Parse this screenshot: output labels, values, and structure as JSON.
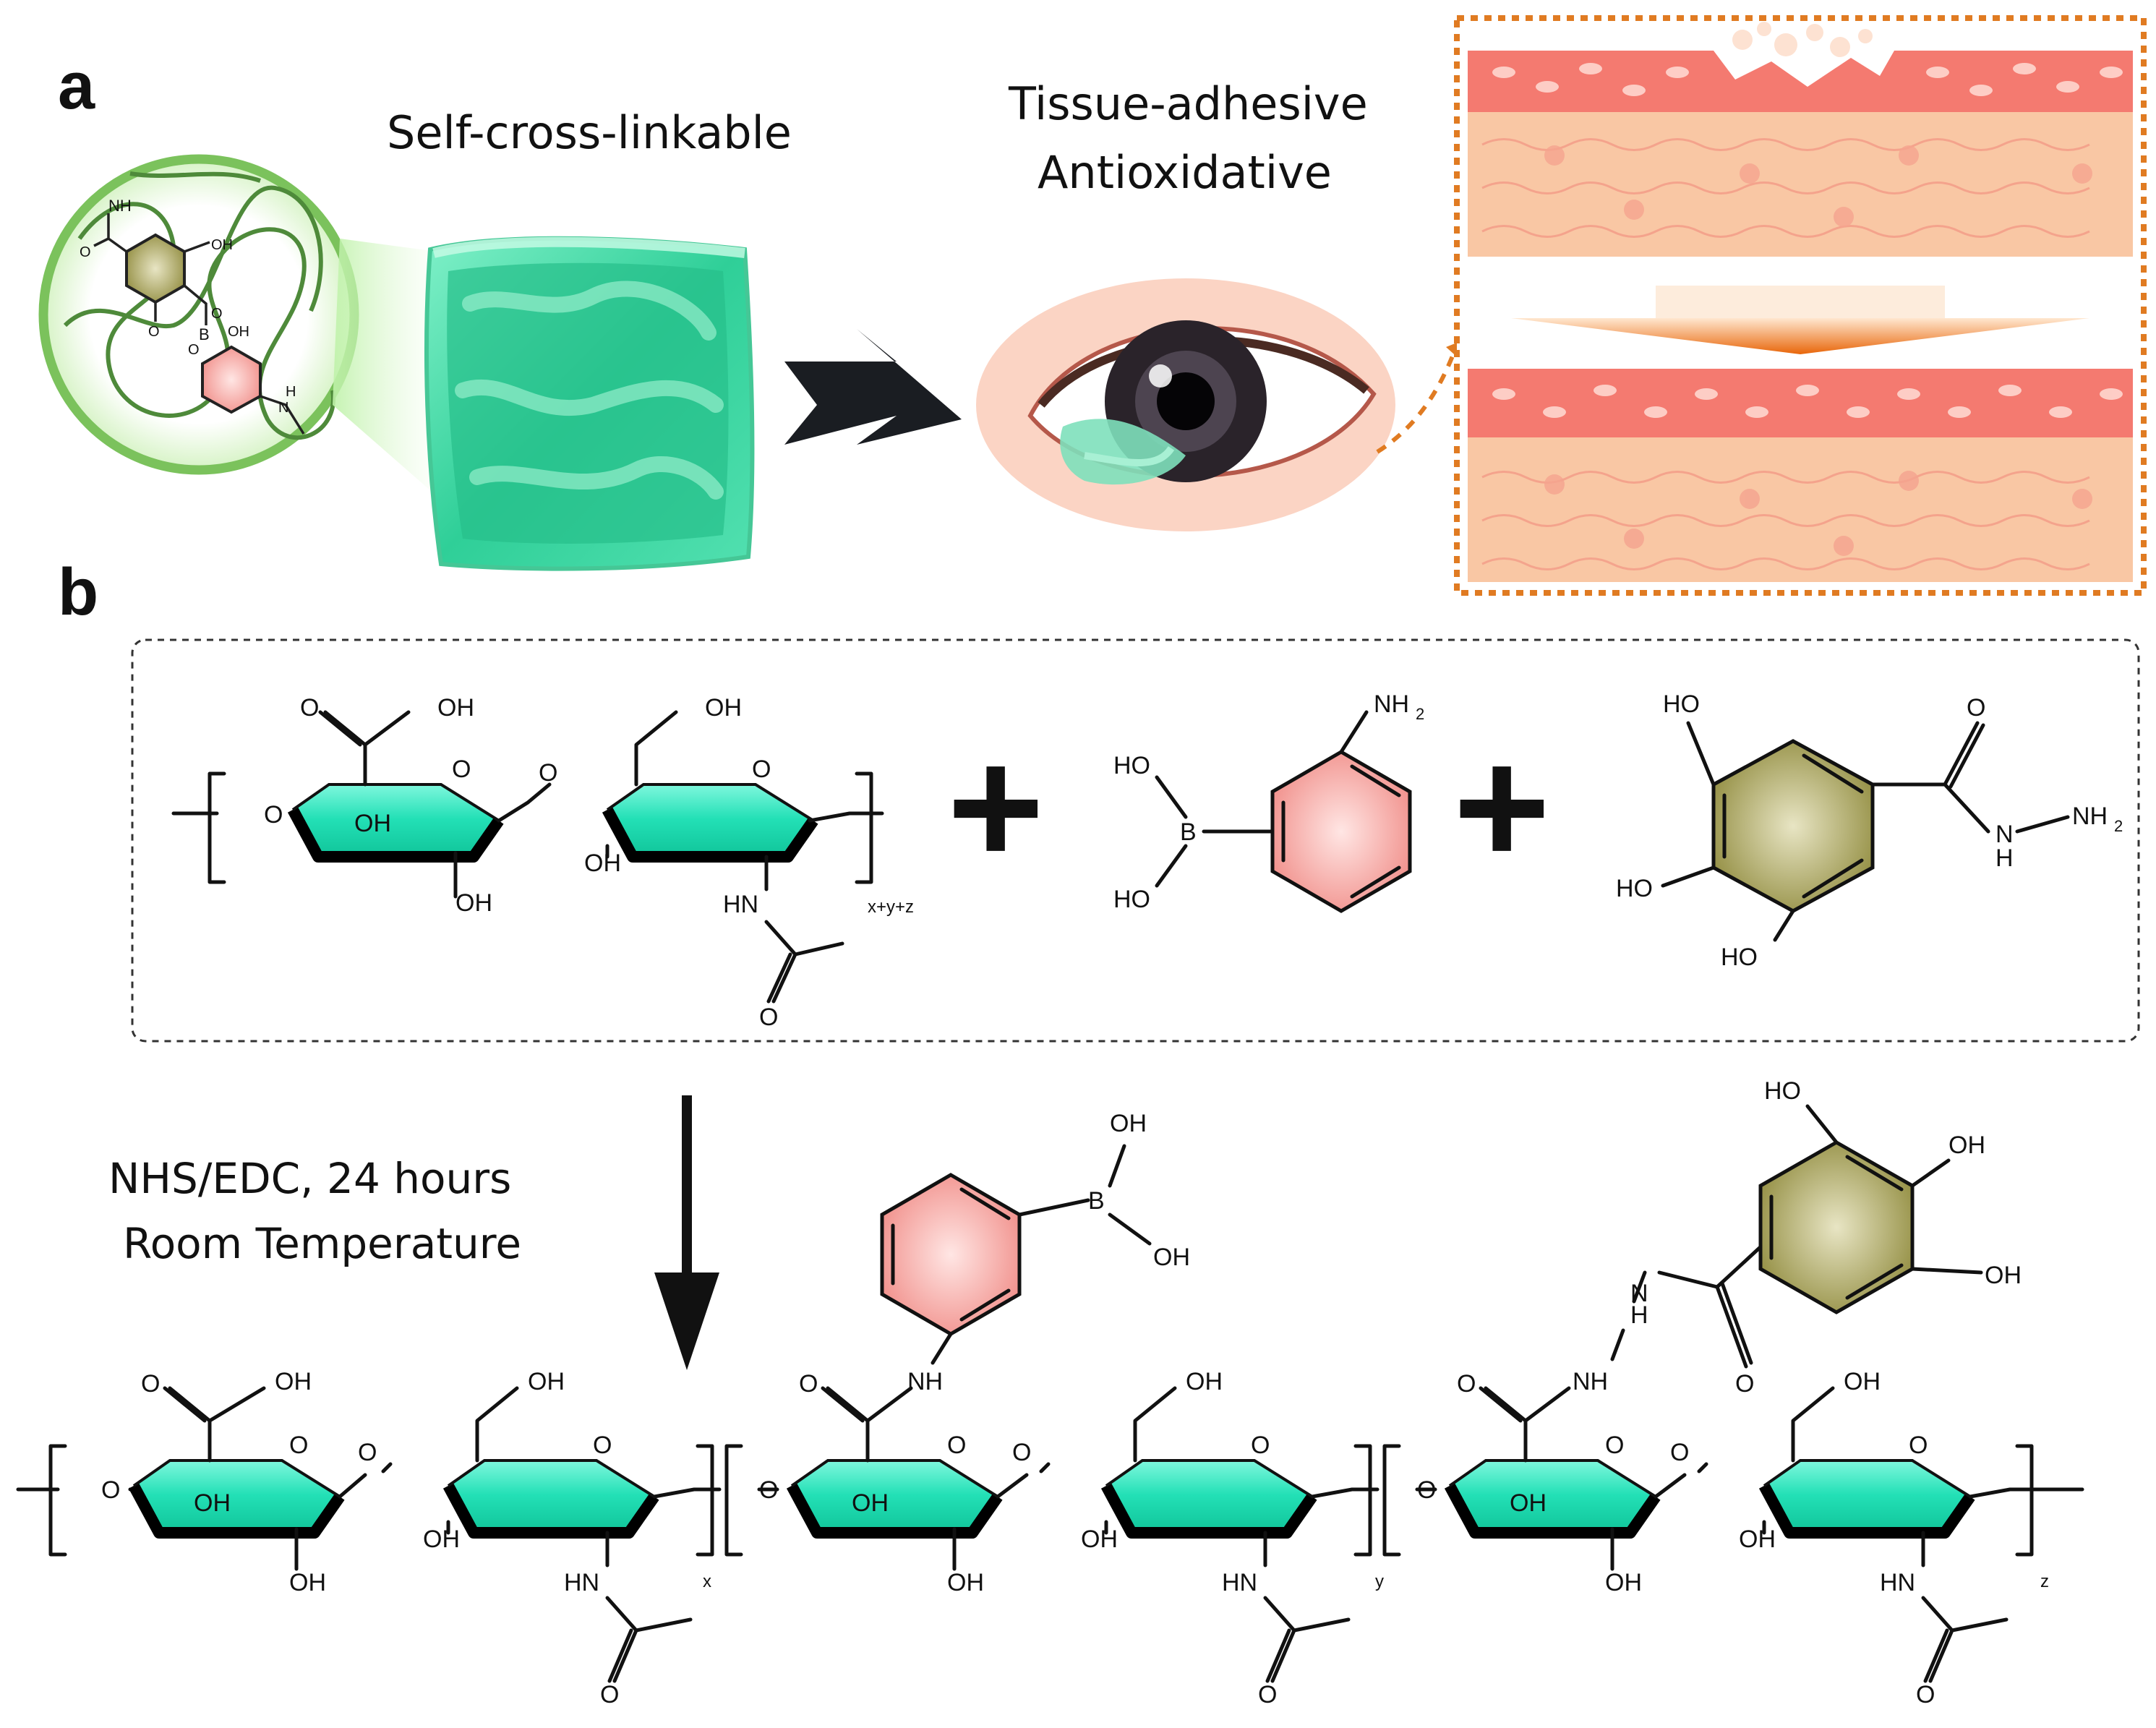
{
  "panel_a": {
    "label": "a",
    "caption_selfcross": "Self-cross-linkable",
    "caption_line1": "Tissue-adhesive",
    "caption_line2": "Antioxidative",
    "inset_labels": {
      "nh": "NH",
      "oh": "OH",
      "o": "O",
      "b": "B",
      "h": "H",
      "n": "N"
    }
  },
  "panel_b": {
    "label": "b",
    "reaction_line1": "NHS/EDC, 24 hours",
    "reaction_line2": "Room Temperature",
    "atoms": {
      "o": "O",
      "oh": "OH",
      "ho": "HO",
      "hn": "HN",
      "nh": "NH",
      "n": "N",
      "h": "H",
      "b": "B",
      "nh2": "NH",
      "two": "2"
    },
    "repeat_reactant": "x+y+z",
    "repeat_x": "x",
    "repeat_y": "y",
    "repeat_z": "z",
    "plus": "+"
  },
  "colors": {
    "gel": "#3fd8a6",
    "sugar_ring": "#2fe3bb",
    "phenyl_ring": "#f2a3a0",
    "gallol_ring": "#a9a35a",
    "tissue_epithelium": "#f47a70",
    "tissue_stroma": "#f9c7a4",
    "frame_border": "#e07b22",
    "arrow": "#1a1d22"
  },
  "icons": {
    "arrow": "chevron-arrow-icon",
    "eye": "eye-icon",
    "hydrogel": "hydrogel-cube-icon"
  }
}
